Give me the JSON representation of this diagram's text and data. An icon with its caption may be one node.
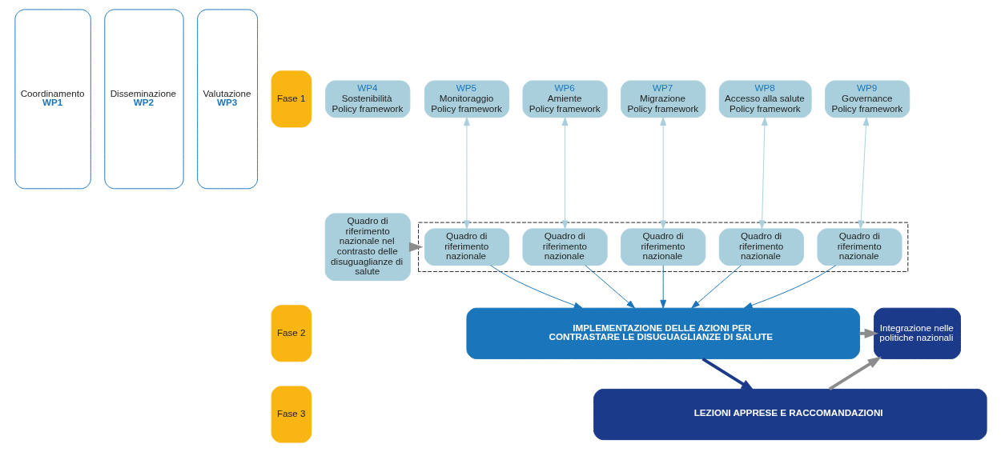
{
  "diagram": {
    "nodes": [
      {
        "text": [
          "Coordinamento",
          "WP1"
        ]
      },
      {
        "text": [
          "Disseminazione",
          "WP2"
        ]
      },
      {
        "text": [
          "Valutazione",
          "WP3"
        ]
      },
      {
        "text": [
          "Fase 1"
        ]
      },
      {
        "text": [
          "Fase 2"
        ]
      },
      {
        "text": [
          "Fase 3"
        ]
      },
      {
        "text": [
          "WP4",
          "Sostenibilità",
          "Policy framework"
        ]
      },
      {
        "text": [
          "WP5",
          "Monitoraggio",
          "Policy framework"
        ]
      },
      {
        "text": [
          "WP6",
          "Amiente",
          "Policy framework"
        ]
      },
      {
        "text": [
          "WP7",
          "Migrazione",
          "Policy framework"
        ]
      },
      {
        "text": [
          "WP8",
          "Accesso alla salute",
          "Policy framework"
        ]
      },
      {
        "text": [
          "WP9",
          "Governance",
          "Policy framework"
        ]
      },
      {
        "text": [
          "Quadro di riferimento nazionale nel contrasto delle disuguaglianze di salute"
        ]
      },
      {
        "text": [],
        "shape": "box"
      },
      {
        "text": [
          "Quadro di riferimento nazionale"
        ],
        "in": 13
      },
      {
        "text": [
          "Quadro di riferimento nazionale"
        ],
        "in": 13
      },
      {
        "text": [
          "Quadro di riferimento nazionale"
        ],
        "in": 13
      },
      {
        "text": [
          "Quadro di riferimento nazionale"
        ],
        "in": 13
      },
      {
        "text": [
          "Quadro di riferimento nazionale"
        ],
        "in": 13
      },
      {
        "text": [
          "IMPLEMENTAZIONE DELLE AZIONI PER CONTRASTARE LE DISUGUAGLIANZE DI SALUTE"
        ]
      },
      {
        "text": [
          "LEZIONI APPRESE E RACCOMANDAZIONI"
        ]
      },
      {
        "text": [
          "Integrazione nelle politiche nazionali"
        ]
      }
    ],
    "edges": [
      {
        "from": 12,
        "to": 13,
        "arrow": "to",
        "style": "thick",
        "color": "#8c8c8c"
      },
      {
        "from": 7,
        "to": 14,
        "arrow": "both",
        "color": "#a9cfdc"
      },
      {
        "from": 8,
        "to": 15,
        "arrow": "both",
        "color": "#a9cfdc"
      },
      {
        "from": 9,
        "to": 16,
        "arrow": "both",
        "color": "#a9cfdc"
      },
      {
        "from": 10,
        "to": 17,
        "arrow": "both",
        "color": "#a9cfdc"
      },
      {
        "from": 11,
        "to": 18,
        "arrow": "both",
        "color": "#a9cfdc"
      },
      {
        "from": 14,
        "to": 19,
        "arrow": "to",
        "color": "#1a75bb"
      },
      {
        "from": 15,
        "to": 19,
        "arrow": "to",
        "color": "#1a75bb"
      },
      {
        "from": 16,
        "to": 19,
        "arrow": "to",
        "color": "#1a75bb"
      },
      {
        "from": 17,
        "to": 19,
        "arrow": "to",
        "color": "#1a75bb"
      },
      {
        "from": 18,
        "to": 19,
        "arrow": "to",
        "color": "#1a75bb"
      },
      {
        "from": 19,
        "to": 20,
        "arrow": "to",
        "style": "thick",
        "color": "#1b3a8a"
      },
      {
        "from": 19,
        "to": 21,
        "arrow": "to",
        "style": "thick",
        "color": "#8c8c8c"
      },
      {
        "from": 20,
        "to": 21,
        "arrow": "to",
        "style": "thick",
        "color": "#8c8c8c"
      }
    ]
  }
}
